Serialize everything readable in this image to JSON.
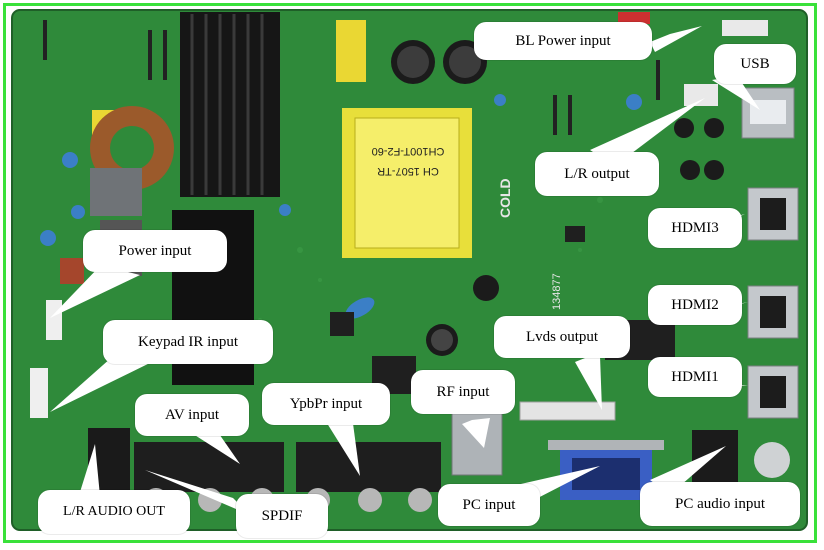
{
  "image": {
    "frame_color": "#39e13a",
    "board_color": "#2f8a3a",
    "labels": {
      "bl_power": "BL Power input",
      "usb": "USB",
      "lr_output": "L/R output",
      "hdmi3": "HDMI3",
      "hdmi2": "HDMI2",
      "hdmi1": "HDMI1",
      "power_input": "Power input",
      "keypad_ir": "Keypad IR input",
      "lvds_output": "Lvds output",
      "av_input": "AV input",
      "ypbpr_input": "YpbPr input",
      "rf_input": "RF input",
      "lr_audio_out": "L/R AUDIO OUT",
      "spdif": "SPDIF",
      "pc_input": "PC input",
      "pc_audio_input": "PC audio input"
    },
    "silkscreen": {
      "transformer_1": "CH100T-F2-60",
      "transformer_2": "CH 1507-TR",
      "cold": "COLD",
      "board_id": "134877"
    }
  }
}
